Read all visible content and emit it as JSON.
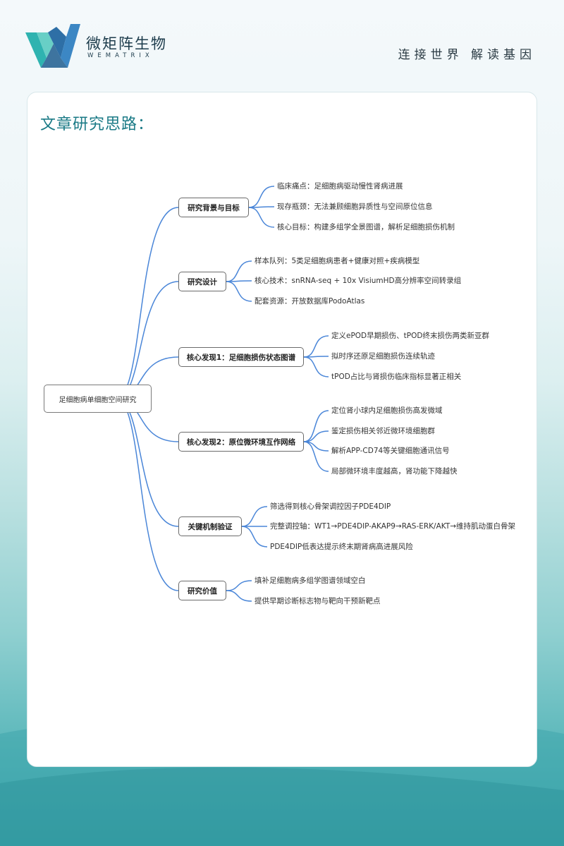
{
  "brand": {
    "name_cn": "微矩阵生物",
    "name_en": "WEMATRIX",
    "slogan": "连接世界  解读基因"
  },
  "page": {
    "heading": "文章研究思路："
  },
  "mindmap": {
    "root": "足细胞病单细胞空间研究",
    "branches": [
      {
        "label": "研究背景与目标",
        "items": [
          "临床痛点：足细胞病驱动慢性肾病进展",
          "现存瓶颈：无法兼顾细胞异质性与空间原位信息",
          "核心目标：构建多组学全景图谱，解析足细胞损伤机制"
        ]
      },
      {
        "label": "研究设计",
        "items": [
          "样本队列：5类足细胞病患者+健康对照+疾病模型",
          "核心技术：snRNA-seq + 10x VisiumHD高分辨率空间转录组",
          "配套资源：开放数据库PodoAtlas"
        ]
      },
      {
        "label": "核心发现1：足细胞损伤状态图谱",
        "items": [
          "定义ePOD早期损伤、tPOD终末损伤两类新亚群",
          "拟时序还原足细胞损伤连续轨迹",
          "tPOD占比与肾损伤临床指标显著正相关"
        ]
      },
      {
        "label": "核心发现2：原位微环境互作网络",
        "items": [
          "定位肾小球内足细胞损伤高发微域",
          "鉴定损伤相关邻近微环境细胞群",
          "解析APP-CD74等关键细胞通讯信号",
          "局部微环境丰度越高，肾功能下降越快"
        ]
      },
      {
        "label": "关键机制验证",
        "items": [
          "筛选得到核心骨架调控因子PDE4DIP",
          "完整调控轴：WT1→PDE4DIP-AKAP9→RAS-ERK/AKT→维持肌动蛋白骨架",
          "PDE4DIP低表达提示终末期肾病高进展风险"
        ]
      },
      {
        "label": "研究价值",
        "items": [
          "填补足细胞病多组学图谱领域空白",
          "提供早期诊断标志物与靶向干预新靶点"
        ]
      }
    ]
  },
  "colors": {
    "connector": "#4a86d8",
    "heading": "#1a7a86",
    "brand": "#1d3c4c"
  }
}
